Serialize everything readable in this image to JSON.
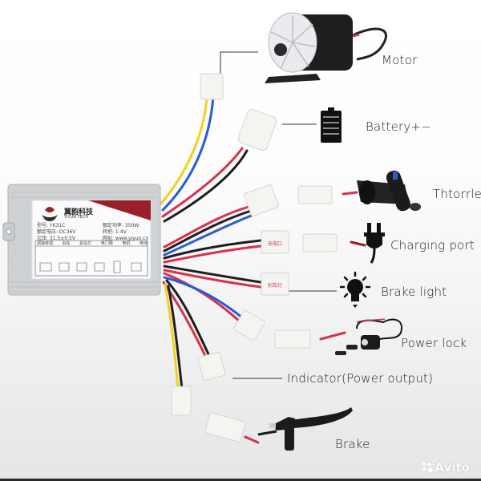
{
  "diagram": {
    "title": "E-bike brushed motor controller wiring",
    "components": [
      {
        "id": "motor",
        "label": "Motor"
      },
      {
        "id": "battery",
        "label": "Battery+−"
      },
      {
        "id": "throttle",
        "label": "Thtorrle"
      },
      {
        "id": "charging",
        "label": "Charging port"
      },
      {
        "id": "brake_light",
        "label": "Brake light"
      },
      {
        "id": "power_lock",
        "label": "Power lock"
      },
      {
        "id": "indicator",
        "label": "Indicator(Power output)"
      },
      {
        "id": "brake",
        "label": "Brake"
      }
    ],
    "controller": {
      "brand_cn": "翼韵科技",
      "brand_en": "YIYUN TECH",
      "model": "型号: YK31C",
      "rated_voltage": "额定电压: DC36V",
      "undervoltage": "欠压: 31.5±0.5V",
      "rated_power": "额定功率: 350W",
      "throttle_range": "转把: 1-4V",
      "website": "网址: www.yiyun.cn",
      "port_headers": [
        "调速转把",
        "刹车",
        "刹车灯",
        "电门锁",
        "电机",
        "电池"
      ]
    },
    "connector_tags": {
      "charging": "充电口",
      "brake_light": "刹车灯"
    },
    "wire_colors": {
      "red": "#d8324a",
      "black": "#1e1e1e",
      "yellow": "#f2d21e",
      "blue": "#2a5bd6",
      "accent": "#9a1f28"
    }
  },
  "watermark": {
    "text": "Avito"
  }
}
